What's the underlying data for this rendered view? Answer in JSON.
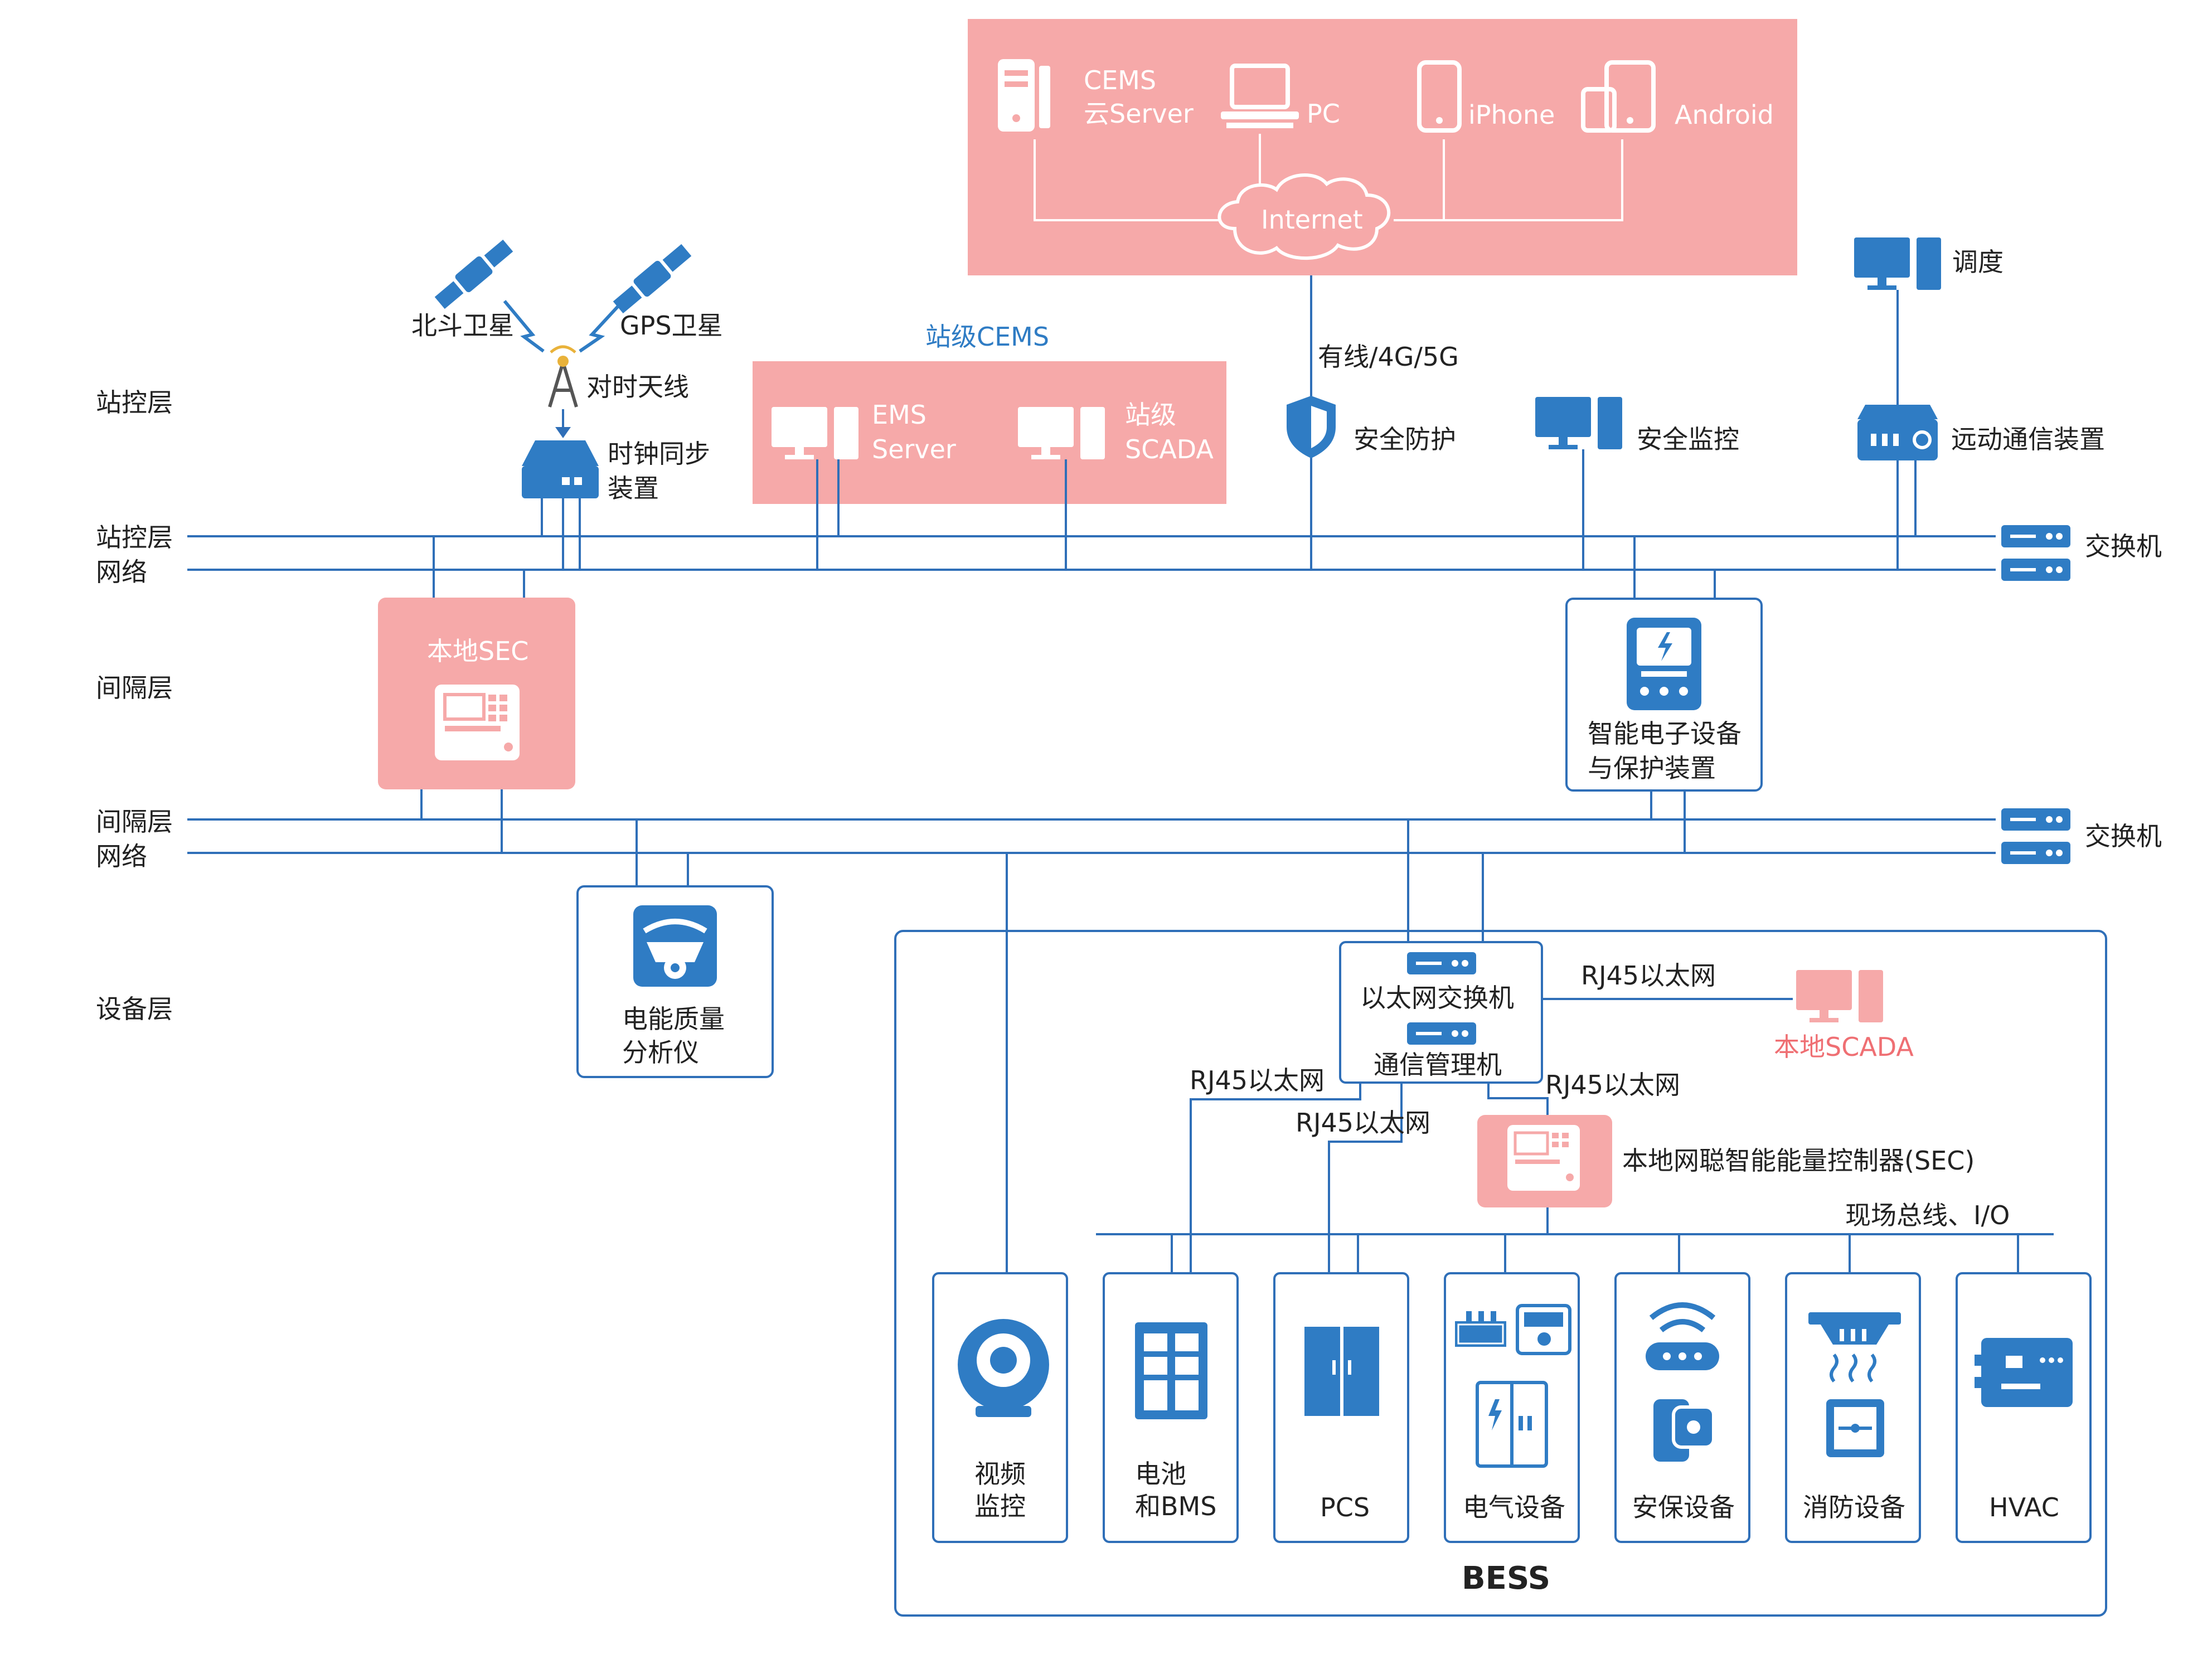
{
  "colors": {
    "blue": "#2f7cc4",
    "pink": "#f6a9a9",
    "pink_text": "#ef6f73",
    "line": "#2f6fb8",
    "text": "#222222"
  },
  "layers": {
    "station": "站控层",
    "station_net_1": "站控层",
    "station_net_2": "网络",
    "bay": "间隔层",
    "bay_net_1": "间隔层",
    "bay_net_2": "网络",
    "device": "设备层"
  },
  "cloud": {
    "cems_1": "CEMS",
    "cems_2": "云Server",
    "pc": "PC",
    "iphone": "iPhone",
    "android": "Android",
    "internet": "Internet"
  },
  "satellites": {
    "beidou": "北斗卫星",
    "gps": "GPS卫星",
    "antenna": "对时天线",
    "clock_1": "时钟同步",
    "clock_2": "装置"
  },
  "station_cems": {
    "title": "站级CEMS",
    "ems_1": "EMS",
    "ems_2": "Server",
    "scada_1": "站级",
    "scada_2": "SCADA"
  },
  "link": {
    "wired": "有线/4G/5G",
    "security": "安全防护"
  },
  "monitoring": "安全监控",
  "dispatch": "调度",
  "remote": "远动通信装置",
  "switch_1": "交换机",
  "switch_2": "交换机",
  "local_sec": "本地SEC",
  "ied_1": "智能电子设备",
  "ied_2": "与保护装置",
  "pq_1": "电能质量",
  "pq_2": "分析仪",
  "bess": {
    "title": "BESS",
    "eth_switch": "以太网交换机",
    "comm_mgr": "通信管理机",
    "rj45_top": "RJ45以太网",
    "rj45_left": "RJ45以太网",
    "rj45_mid": "RJ45以太网",
    "rj45_right": "RJ45以太网",
    "local_scada": "本地SCADA",
    "sec_controller": "本地网聪智能能量控制器(SEC)",
    "fieldbus": "现场总线、I/O",
    "video_1": "视频",
    "video_2": "监控",
    "battery_1": "电池",
    "battery_2": "和BMS",
    "pcs": "PCS",
    "electrical": "电气设备",
    "security": "安保设备",
    "fire": "消防设备",
    "hvac": "HVAC"
  }
}
